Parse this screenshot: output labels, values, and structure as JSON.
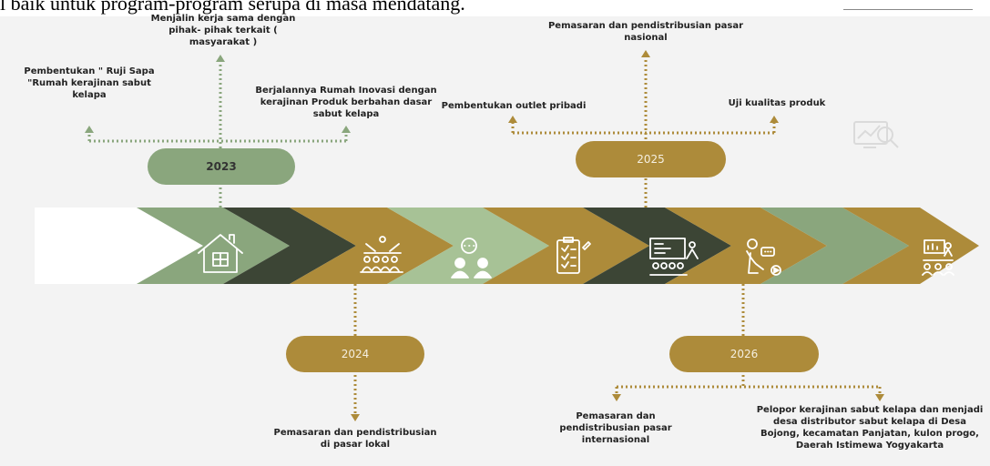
{
  "header_text": "l baik untuk program-program serupa di masa mendatang.",
  "milestones": {
    "y2023": {
      "year": "2023",
      "left": "Pembentukan \" Ruji Sapa \"Rumah kerajinan sabut kelapa",
      "center": "Menjalin kerja sama dengan pihak- pihak terkait ( masyarakat )",
      "right": "Berjalannya Rumah Inovasi dengan kerajinan Produk berbahan dasar sabut kelapa"
    },
    "y2024": {
      "year": "2024",
      "bottom": "Pemasaran dan pendistribusian di pasar lokal"
    },
    "y2025": {
      "year": "2025",
      "left": "Pembentukan outlet pribadi",
      "center": "Pemasaran dan pendistribusian pasar nasional",
      "right": "Uji kualitas produk"
    },
    "y2026": {
      "year": "2026",
      "left": "Pemasaran dan pendistribusian pasar internasional",
      "right": "Pelopor kerajinan sabut kelapa dan menjadi desa distributor sabut kelapa di Desa Bojong, kecamatan Panjatan, kulon progo, Daerah Istimewa Yogyakarta"
    }
  },
  "colors": {
    "dark_green": "#3c4535",
    "sage": "#8aa67d",
    "light_sage": "#a7c296",
    "gold": "#ad8b3a",
    "green_line": "#8aa67d",
    "gold_line": "#ad8b3a"
  },
  "icons": [
    "house-icon",
    "community-meeting-icon",
    "discussion-icon",
    "checklist-icon",
    "presentation-icon",
    "consultation-icon",
    "board-meeting-icon"
  ]
}
